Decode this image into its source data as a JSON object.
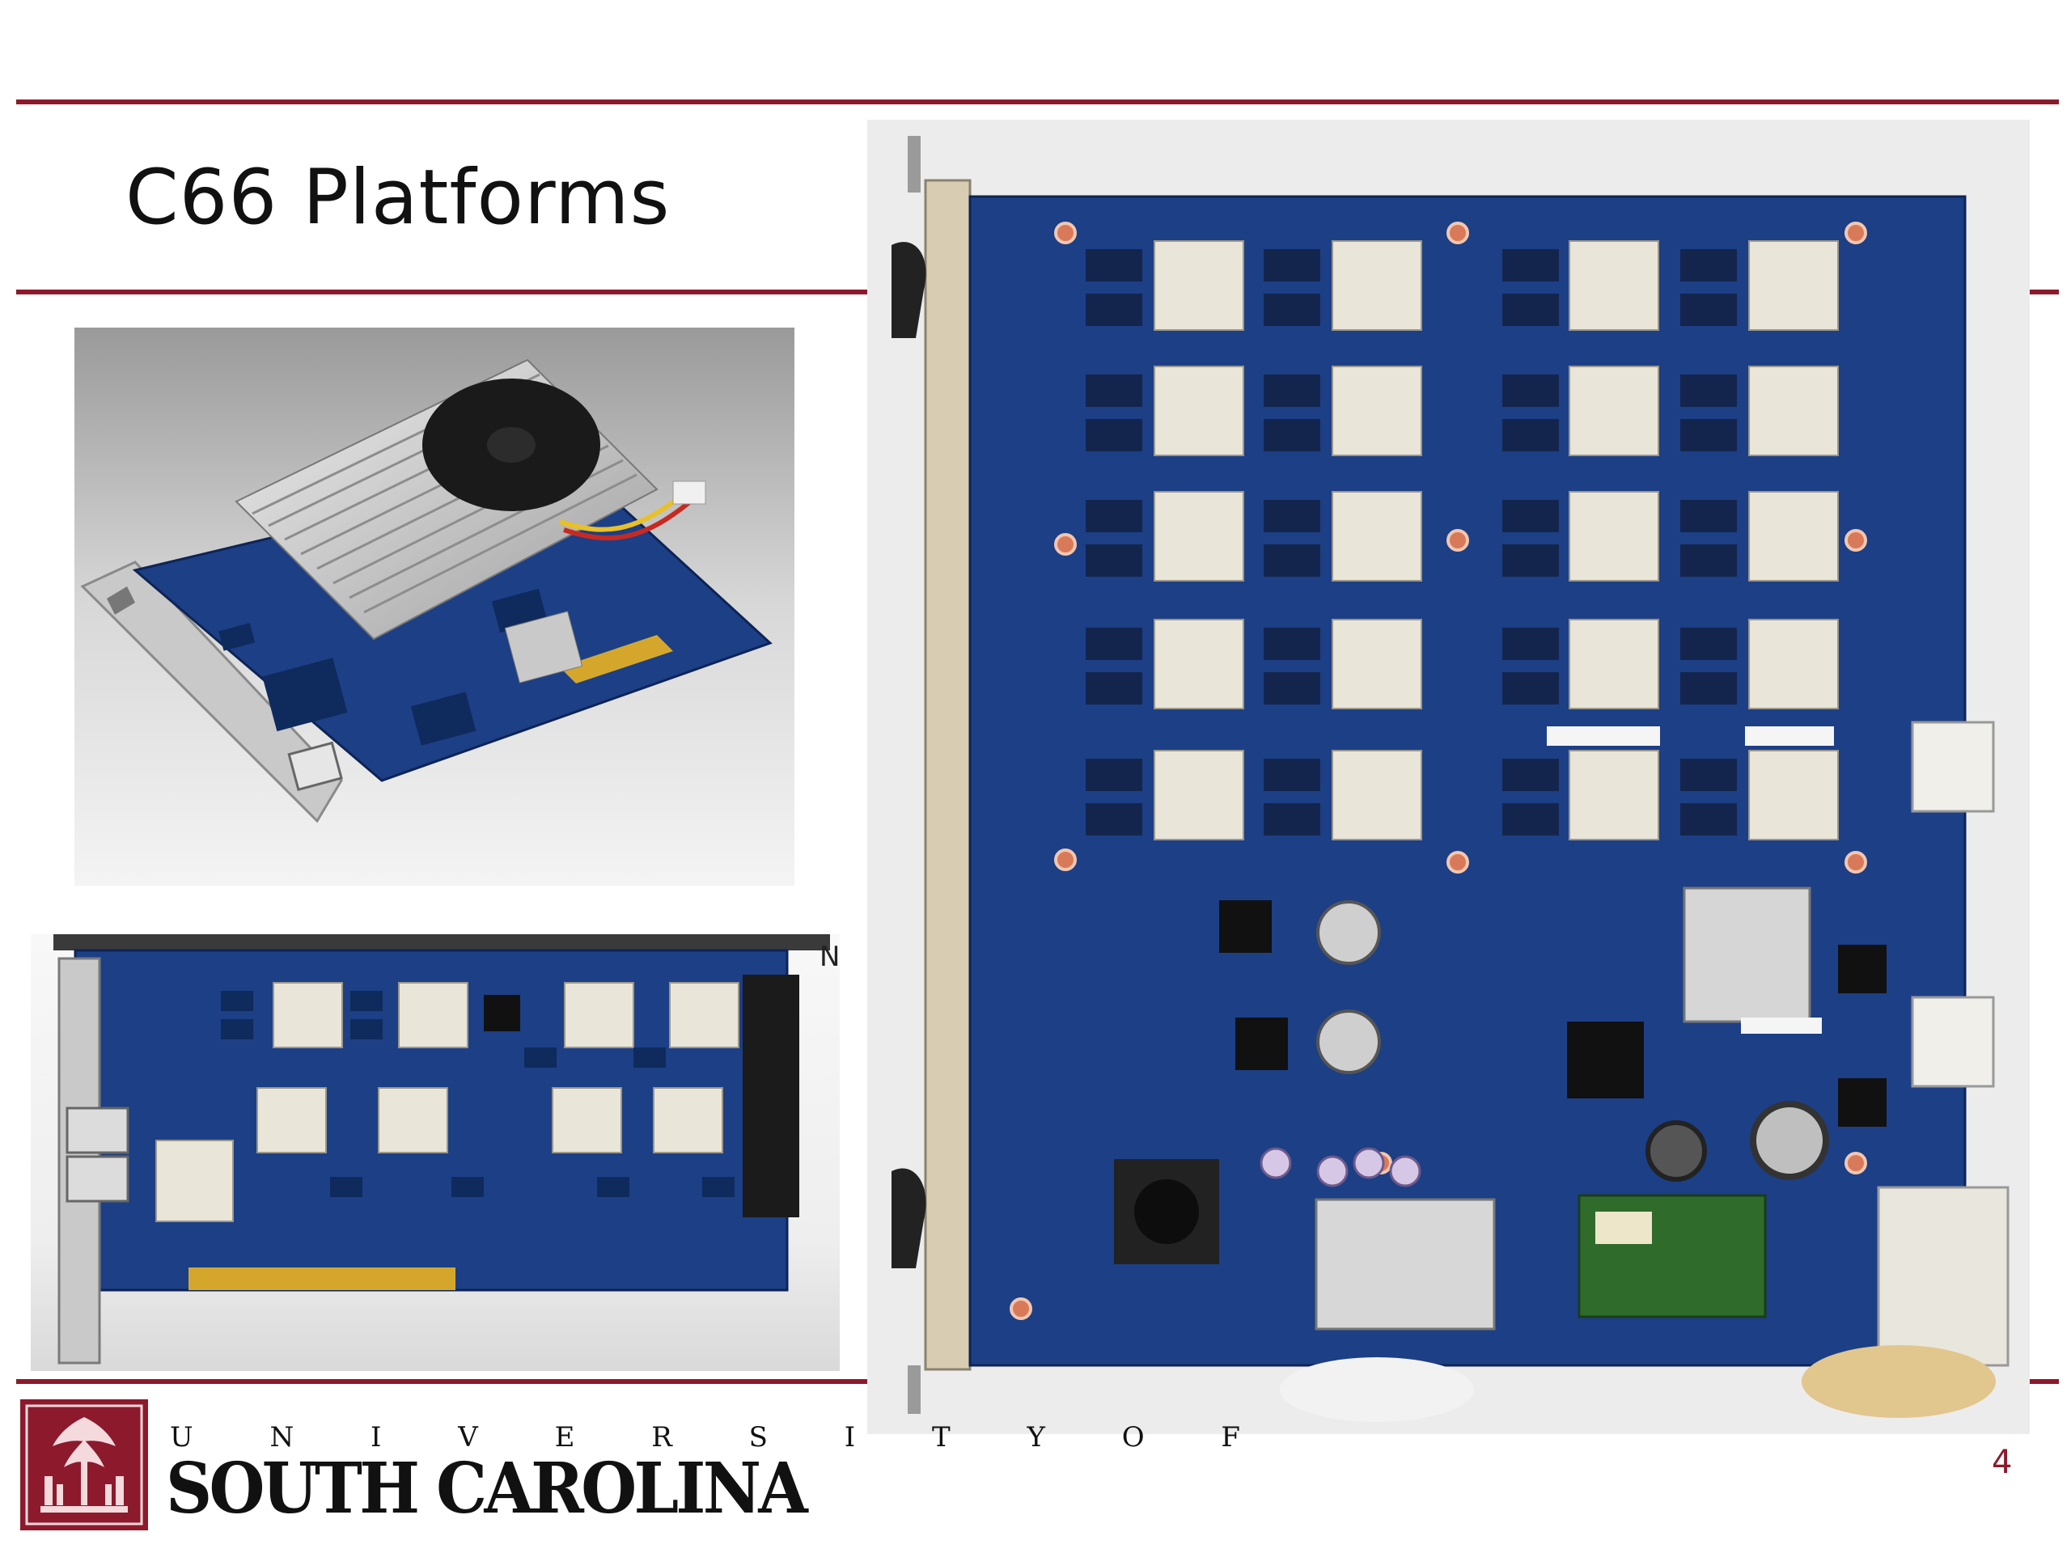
{
  "slide": {
    "title": "C66 Platforms",
    "stray_letter": "N",
    "page_number": "4"
  },
  "logo": {
    "line1": "U N I V E R S I T Y  O F",
    "line2": "SOUTH CAROLINA"
  },
  "colors": {
    "accent": "#8c1a2c",
    "pcb_blue": "#1c3f86",
    "background": "#ffffff"
  },
  "images": {
    "top_left": "PCIe card with fan-cooled heatsink",
    "bottom_left": "PCIe card with eight DSP chips",
    "right": "AdvancedTCA blade with twenty DSP chips"
  }
}
